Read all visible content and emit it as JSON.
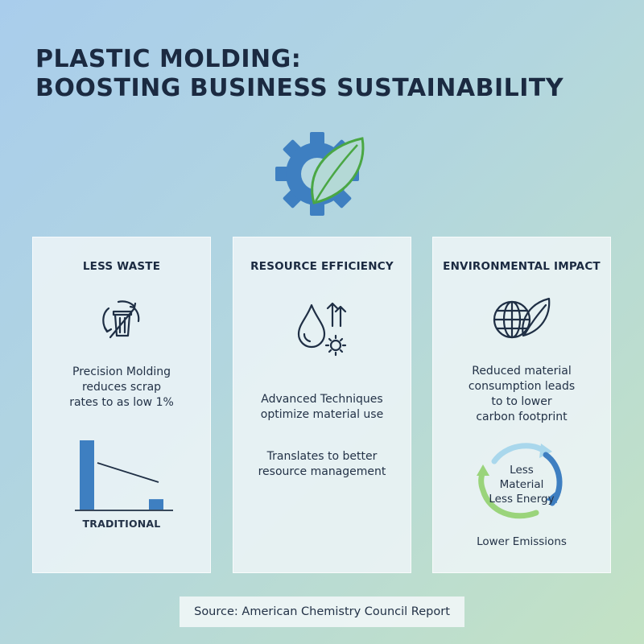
{
  "title": {
    "line1": "PLASTIC MOLDING:",
    "line2": "BOOSTING BUSINESS SUSTAINABILITY"
  },
  "icons": {
    "hero": "gear-leaf-icon",
    "waste": "recycle-trash-icon",
    "efficiency": "drop-gear-arrow-icon",
    "environment": "globe-leaf-icon"
  },
  "colors": {
    "blue": "#3e7fc1",
    "green": "#5cb04a",
    "light_green": "#9ad47b",
    "dark": "#1b2a41"
  },
  "cards": {
    "waste": {
      "title": "LESS WASTE",
      "body_lines": [
        "Precision Molding",
        "reduces scrap",
        "rates to as low 1%"
      ],
      "chart_label": "TRADITIONAL",
      "chart_relative_values": [
        1.0,
        0.15
      ]
    },
    "efficiency": {
      "title": "RESOURCE EFFICIENCY",
      "body1_lines": [
        "Advanced Techniques",
        "optimize material use"
      ],
      "body2_lines": [
        "Translates to better",
        "resource management"
      ]
    },
    "environment": {
      "title": "ENVIRONMENTAL IMPACT",
      "body_lines": [
        "Reduced material",
        "consumption leads",
        "to to lower",
        "carbon footprint"
      ],
      "cycle_lines": [
        "Less",
        "Material",
        "Less Energy"
      ],
      "cycle_caption": "Lower Emissions"
    }
  },
  "footer": "Source: American Chemistry Council Report"
}
